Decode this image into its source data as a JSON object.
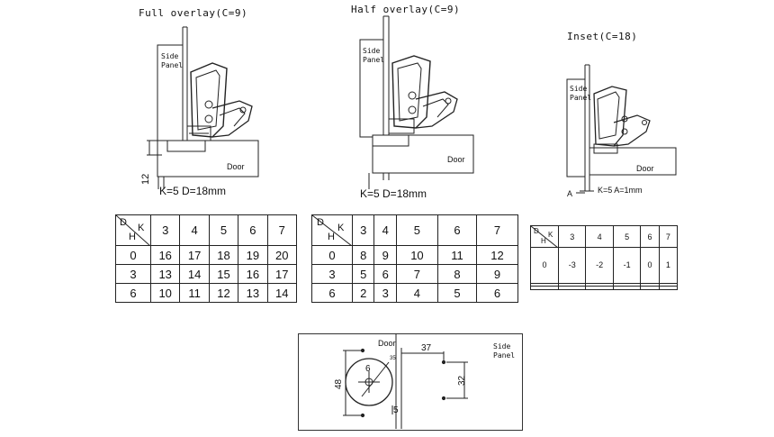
{
  "panels": {
    "full": {
      "title": "Full  overlay(C=9)",
      "side_panel": [
        "Side",
        "Panel"
      ],
      "door": "Door",
      "k_d": "K=5   D=18mm",
      "dim_12": "12"
    },
    "half": {
      "title": "Half  overlay(C=9)",
      "side_panel": [
        "Side",
        "Panel"
      ],
      "door": "Door",
      "k_d": "K=5   D=18mm"
    },
    "inset": {
      "title": "Inset(C=18)",
      "side_panel": [
        "Side",
        "Panel"
      ],
      "door": "Door",
      "k_d": "K=5   A=1mm",
      "a_label": "A"
    }
  },
  "tables": {
    "full": {
      "corner": {
        "d": "D",
        "k": "K",
        "h": "H"
      },
      "k_values": [
        "3",
        "4",
        "5",
        "6",
        "7"
      ],
      "rows": [
        {
          "h": "0",
          "vals": [
            "16",
            "17",
            "18",
            "19",
            "20"
          ]
        },
        {
          "h": "3",
          "vals": [
            "13",
            "14",
            "15",
            "16",
            "17"
          ]
        },
        {
          "h": "6",
          "vals": [
            "10",
            "11",
            "12",
            "13",
            "14"
          ]
        }
      ]
    },
    "half": {
      "corner": {
        "d": "D",
        "k": "K",
        "h": "H"
      },
      "k_values": [
        "3",
        "4",
        "5",
        "6",
        "7"
      ],
      "rows": [
        {
          "h": "0",
          "vals": [
            "8",
            "9",
            "10",
            "11",
            "12"
          ]
        },
        {
          "h": "3",
          "vals": [
            "5",
            "6",
            "7",
            "8",
            "9"
          ]
        },
        {
          "h": "6",
          "vals": [
            "2",
            "3",
            "4",
            "5",
            "6"
          ]
        }
      ]
    },
    "inset": {
      "corner": {
        "d": "D",
        "k": "K",
        "h": "H"
      },
      "k_values": [
        "3",
        "4",
        "5",
        "6",
        "7"
      ],
      "rows": [
        {
          "h": "0",
          "vals": [
            "-3",
            "-2",
            "-1",
            "0",
            "1"
          ]
        },
        {
          "h": "",
          "vals": [
            "",
            "",
            "",
            "",
            ""
          ]
        },
        {
          "h": "",
          "vals": [
            "",
            "",
            "",
            "",
            ""
          ]
        }
      ]
    }
  },
  "drilling": {
    "door_label": "Door",
    "side_panel": [
      "Side",
      "Panel"
    ],
    "dim_48": "48",
    "dim_6": "6",
    "dim_35": "35",
    "dim_5": "5",
    "dim_37": "37",
    "dim_32": "32"
  }
}
